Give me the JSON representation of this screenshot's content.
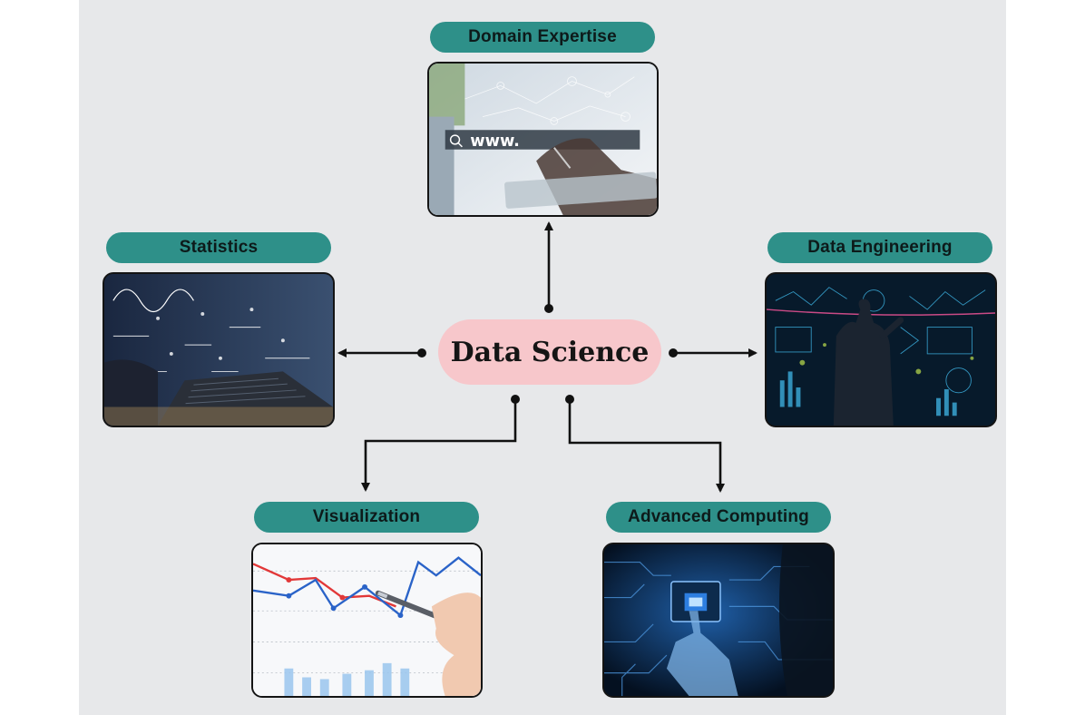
{
  "center": {
    "label": "Data Science"
  },
  "nodes": {
    "domain": {
      "label": "Domain Expertise",
      "url_text": "www."
    },
    "statistics": {
      "label": "Statistics"
    },
    "engineering": {
      "label": "Data Engineering"
    },
    "visualization": {
      "label": "Visualization"
    },
    "computing": {
      "label": "Advanced Computing"
    }
  },
  "colors": {
    "pill": "#2e9089",
    "center": "#f7c7cb",
    "arrow": "#111111",
    "background": "#e7e8ea"
  }
}
